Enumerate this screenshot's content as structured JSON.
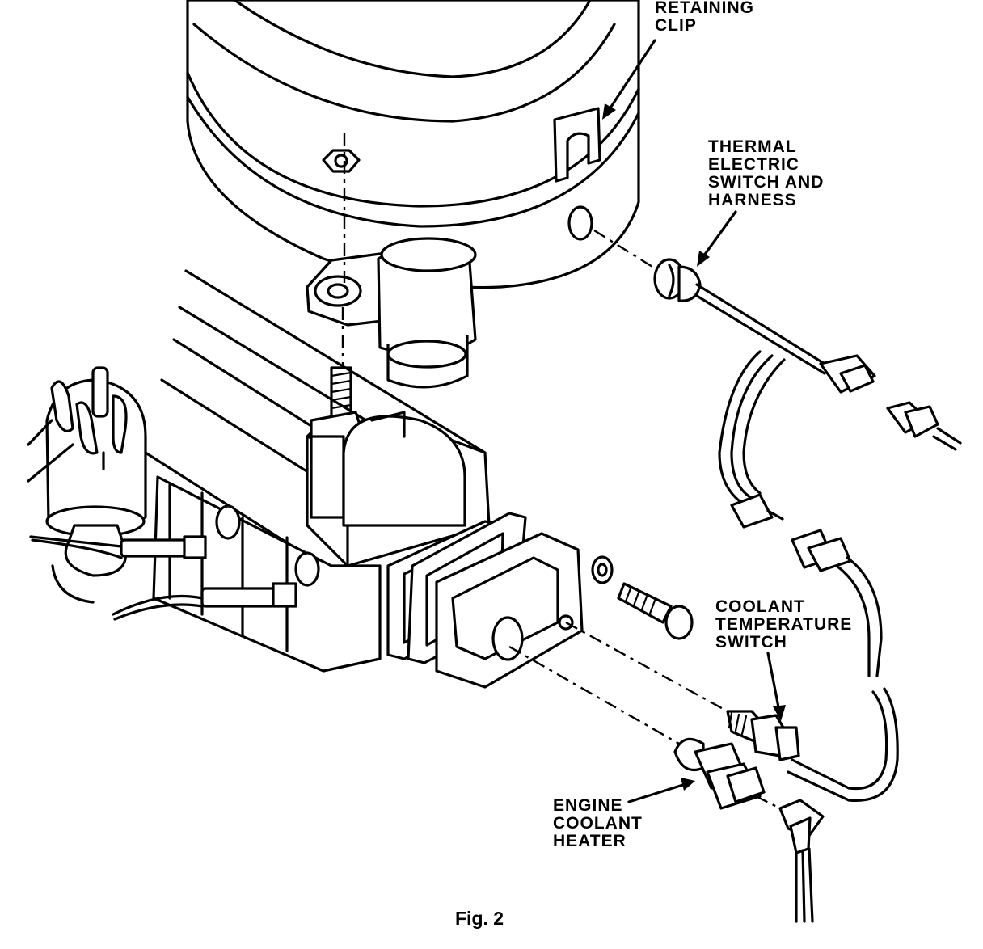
{
  "figure": {
    "caption": "Fig. 2",
    "labels": {
      "retaining_clip": [
        "RETAINING",
        "CLIP"
      ],
      "thermal_switch": [
        "THERMAL",
        "ELECTRIC",
        "SWITCH AND",
        "HARNESS"
      ],
      "coolant_switch": [
        "COOLANT",
        "TEMPERATURE",
        "SWITCH"
      ],
      "engine_heater": [
        "ENGINE",
        "COOLANT",
        "HEATER"
      ]
    }
  }
}
